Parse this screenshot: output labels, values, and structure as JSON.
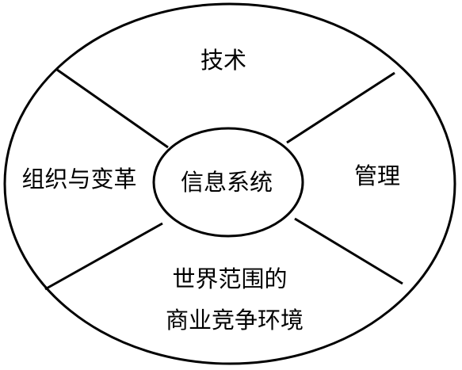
{
  "diagram": {
    "center": "信息系统",
    "top": "技术",
    "left": "组织与变革",
    "right": "管理",
    "bottom_line1": "世界范围的",
    "bottom_line2": "商业竞争环境"
  },
  "colors": {
    "stroke": "#000000",
    "background": "#ffffff"
  }
}
